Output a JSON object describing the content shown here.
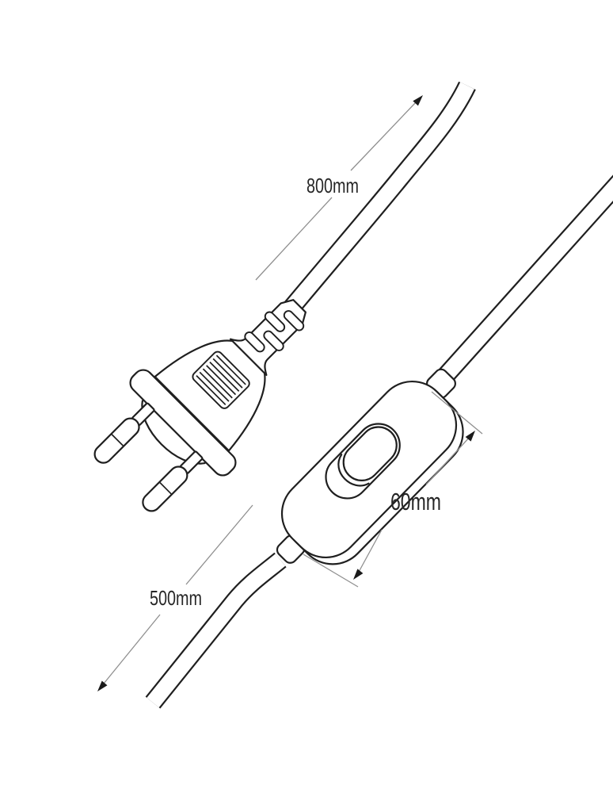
{
  "colors": {
    "background": "#ffffff",
    "line": "#1f1f1f",
    "dimension_line": "#8f8f8f",
    "label_text": "#262626"
  },
  "dimensions": {
    "cable_section_a": {
      "label": "800mm"
    },
    "switch_length": {
      "label": "60mm"
    },
    "cable_section_b": {
      "label": "500mm"
    }
  }
}
